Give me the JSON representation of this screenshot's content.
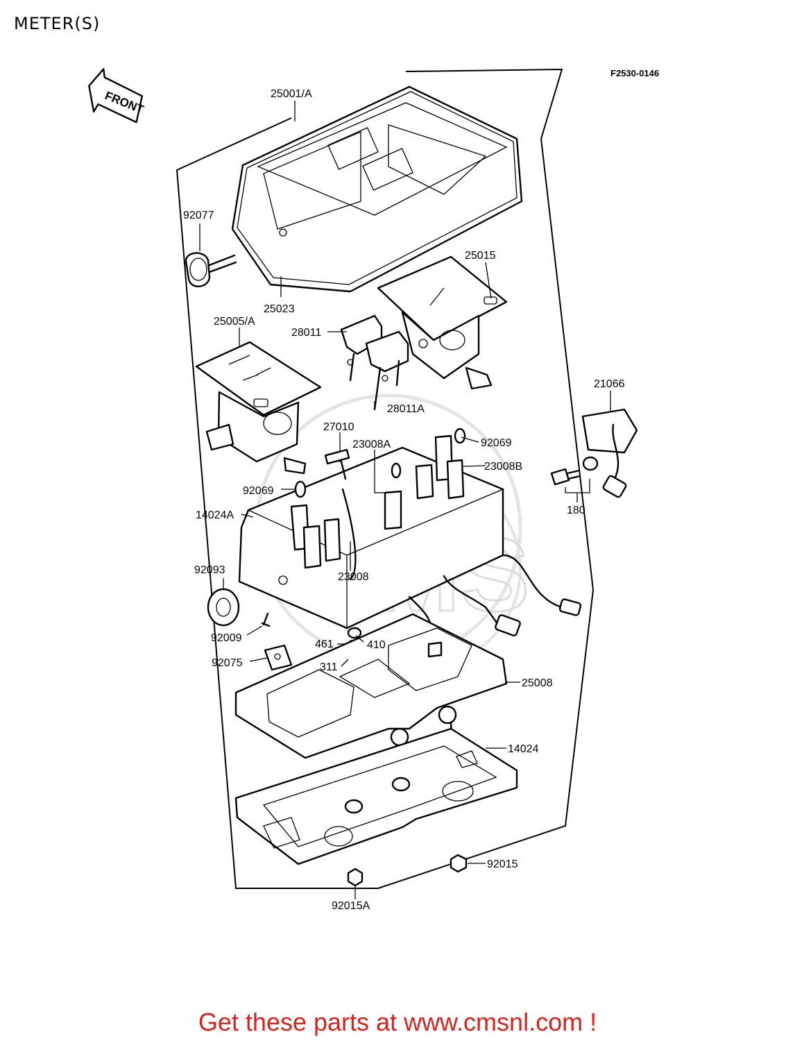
{
  "page": {
    "title": "METER(S)"
  },
  "diagram": {
    "ref_code": "F2530-0146",
    "direction_label": "FRONT",
    "watermark": "CMS",
    "parts": [
      {
        "id": "p1",
        "number": "25001/A"
      },
      {
        "id": "p2",
        "number": "92077"
      },
      {
        "id": "p3",
        "number": "25015"
      },
      {
        "id": "p4",
        "number": "25023"
      },
      {
        "id": "p5",
        "number": "25005/A"
      },
      {
        "id": "p6",
        "number": "28011"
      },
      {
        "id": "p7",
        "number": "28011A"
      },
      {
        "id": "p8",
        "number": "21066"
      },
      {
        "id": "p9",
        "number": "27010"
      },
      {
        "id": "p10",
        "number": "23008A"
      },
      {
        "id": "p11",
        "number": "92069"
      },
      {
        "id": "p12",
        "number": "23008B"
      },
      {
        "id": "p13",
        "number": "92069"
      },
      {
        "id": "p14",
        "number": "14024A"
      },
      {
        "id": "p15",
        "number": "180"
      },
      {
        "id": "p16",
        "number": "92093"
      },
      {
        "id": "p17",
        "number": "23008"
      },
      {
        "id": "p18",
        "number": "92009"
      },
      {
        "id": "p19",
        "number": "461"
      },
      {
        "id": "p20",
        "number": "410"
      },
      {
        "id": "p21",
        "number": "92075"
      },
      {
        "id": "p22",
        "number": "311"
      },
      {
        "id": "p23",
        "number": "25008"
      },
      {
        "id": "p24",
        "number": "14024"
      },
      {
        "id": "p25",
        "number": "92015"
      },
      {
        "id": "p26",
        "number": "92015A"
      }
    ]
  },
  "promo": {
    "text": "Get these parts at www.cmsnl.com !",
    "color": "#d6231c"
  }
}
